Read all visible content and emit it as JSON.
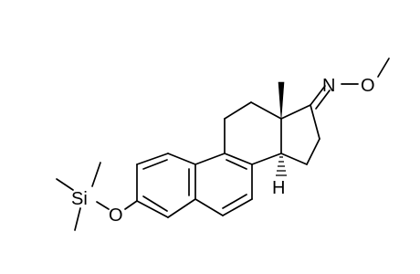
{
  "atoms": {
    "silicon": "Si",
    "ether_oxygen": "O",
    "oxime_nitrogen": "N",
    "oxime_oxygen": "O",
    "stereo_hydrogen": "H"
  },
  "colors": {
    "bond": "#000000",
    "background": "#ffffff"
  }
}
